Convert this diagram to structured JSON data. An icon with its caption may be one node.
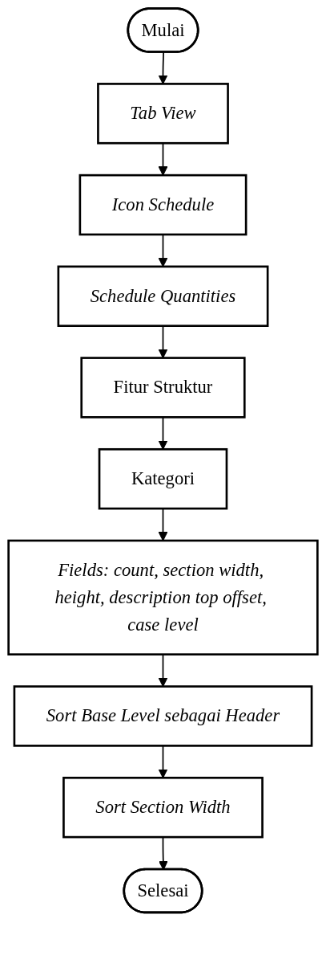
{
  "diagram": {
    "nodes": [
      {
        "text": [
          "Mulai"
        ]
      },
      {
        "text": [
          "Tab View"
        ]
      },
      {
        "text": [
          "Icon Schedule"
        ]
      },
      {
        "text": [
          "Schedule Quantities"
        ]
      },
      {
        "text": [
          "Fitur Struktur"
        ]
      },
      {
        "text": [
          "Kategori"
        ]
      },
      {
        "text": [
          "Fields: count, section width, height, description top offset, case level"
        ]
      },
      {
        "text": [
          "Sort Base Level sebagai Header"
        ]
      },
      {
        "text": [
          "Sort Section Width"
        ]
      },
      {
        "text": [
          "Selesai"
        ]
      }
    ],
    "edges": [
      {
        "from": 0,
        "to": 1,
        "arrow": "to"
      },
      {
        "from": 1,
        "to": 2,
        "arrow": "to"
      },
      {
        "from": 2,
        "to": 3,
        "arrow": "to"
      },
      {
        "from": 3,
        "to": 4,
        "arrow": "to"
      },
      {
        "from": 4,
        "to": 5,
        "arrow": "to"
      },
      {
        "from": 5,
        "to": 6,
        "arrow": "to"
      },
      {
        "from": 6,
        "to": 7,
        "arrow": "to"
      },
      {
        "from": 7,
        "to": 8,
        "arrow": "to"
      },
      {
        "from": 8,
        "to": 9,
        "arrow": "to"
      }
    ]
  }
}
